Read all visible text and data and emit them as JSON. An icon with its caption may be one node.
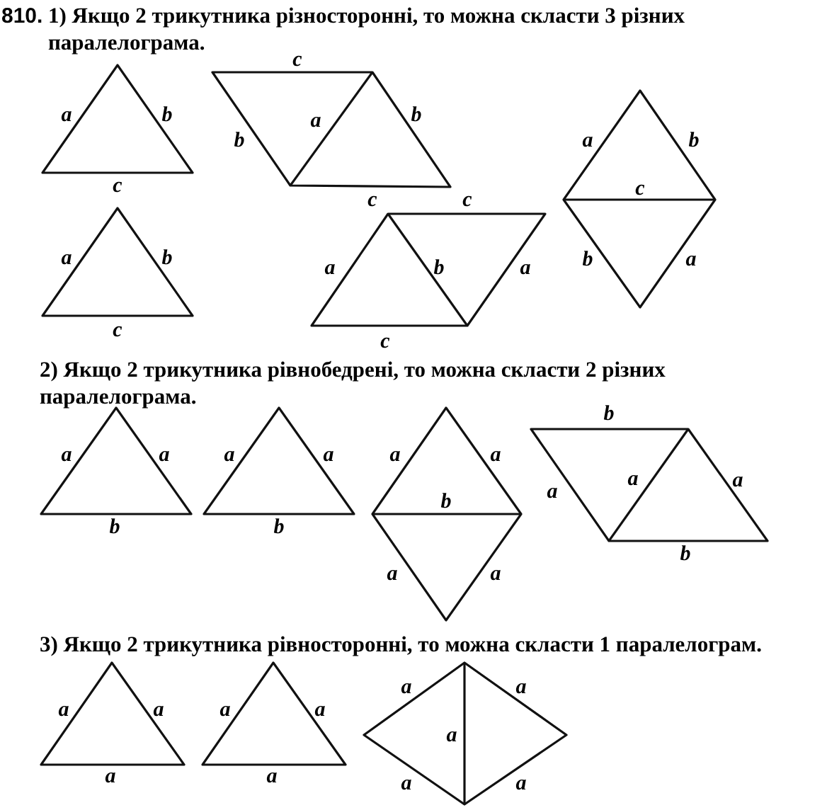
{
  "diagram": {
    "labels": [
      "810.",
      "1) Якщо 2 трикутника різносторонні, то можна скласти 3 різних паралелограма.",
      "c",
      "a",
      "b",
      "a",
      "b",
      "b",
      "a",
      "b",
      "c",
      "c",
      "c",
      "c",
      "a",
      "b",
      "a",
      "b",
      "a",
      "b",
      "a",
      "c",
      "c",
      "2) Якщо 2 трикутника рівнобедрені, то можна скласти 2 різних паралелограма.",
      "b",
      "a",
      "a",
      "a",
      "a",
      "a",
      "a",
      "b",
      "a",
      "a",
      "a",
      "b",
      "b",
      "b",
      "a",
      "a",
      "3) Якщо 2 трикутника рівносторонні, то можна скласти 1 паралелограм.",
      "a",
      "a",
      "a",
      "a",
      "a",
      "a",
      "a",
      "a",
      "a",
      "a",
      "a"
    ]
  }
}
